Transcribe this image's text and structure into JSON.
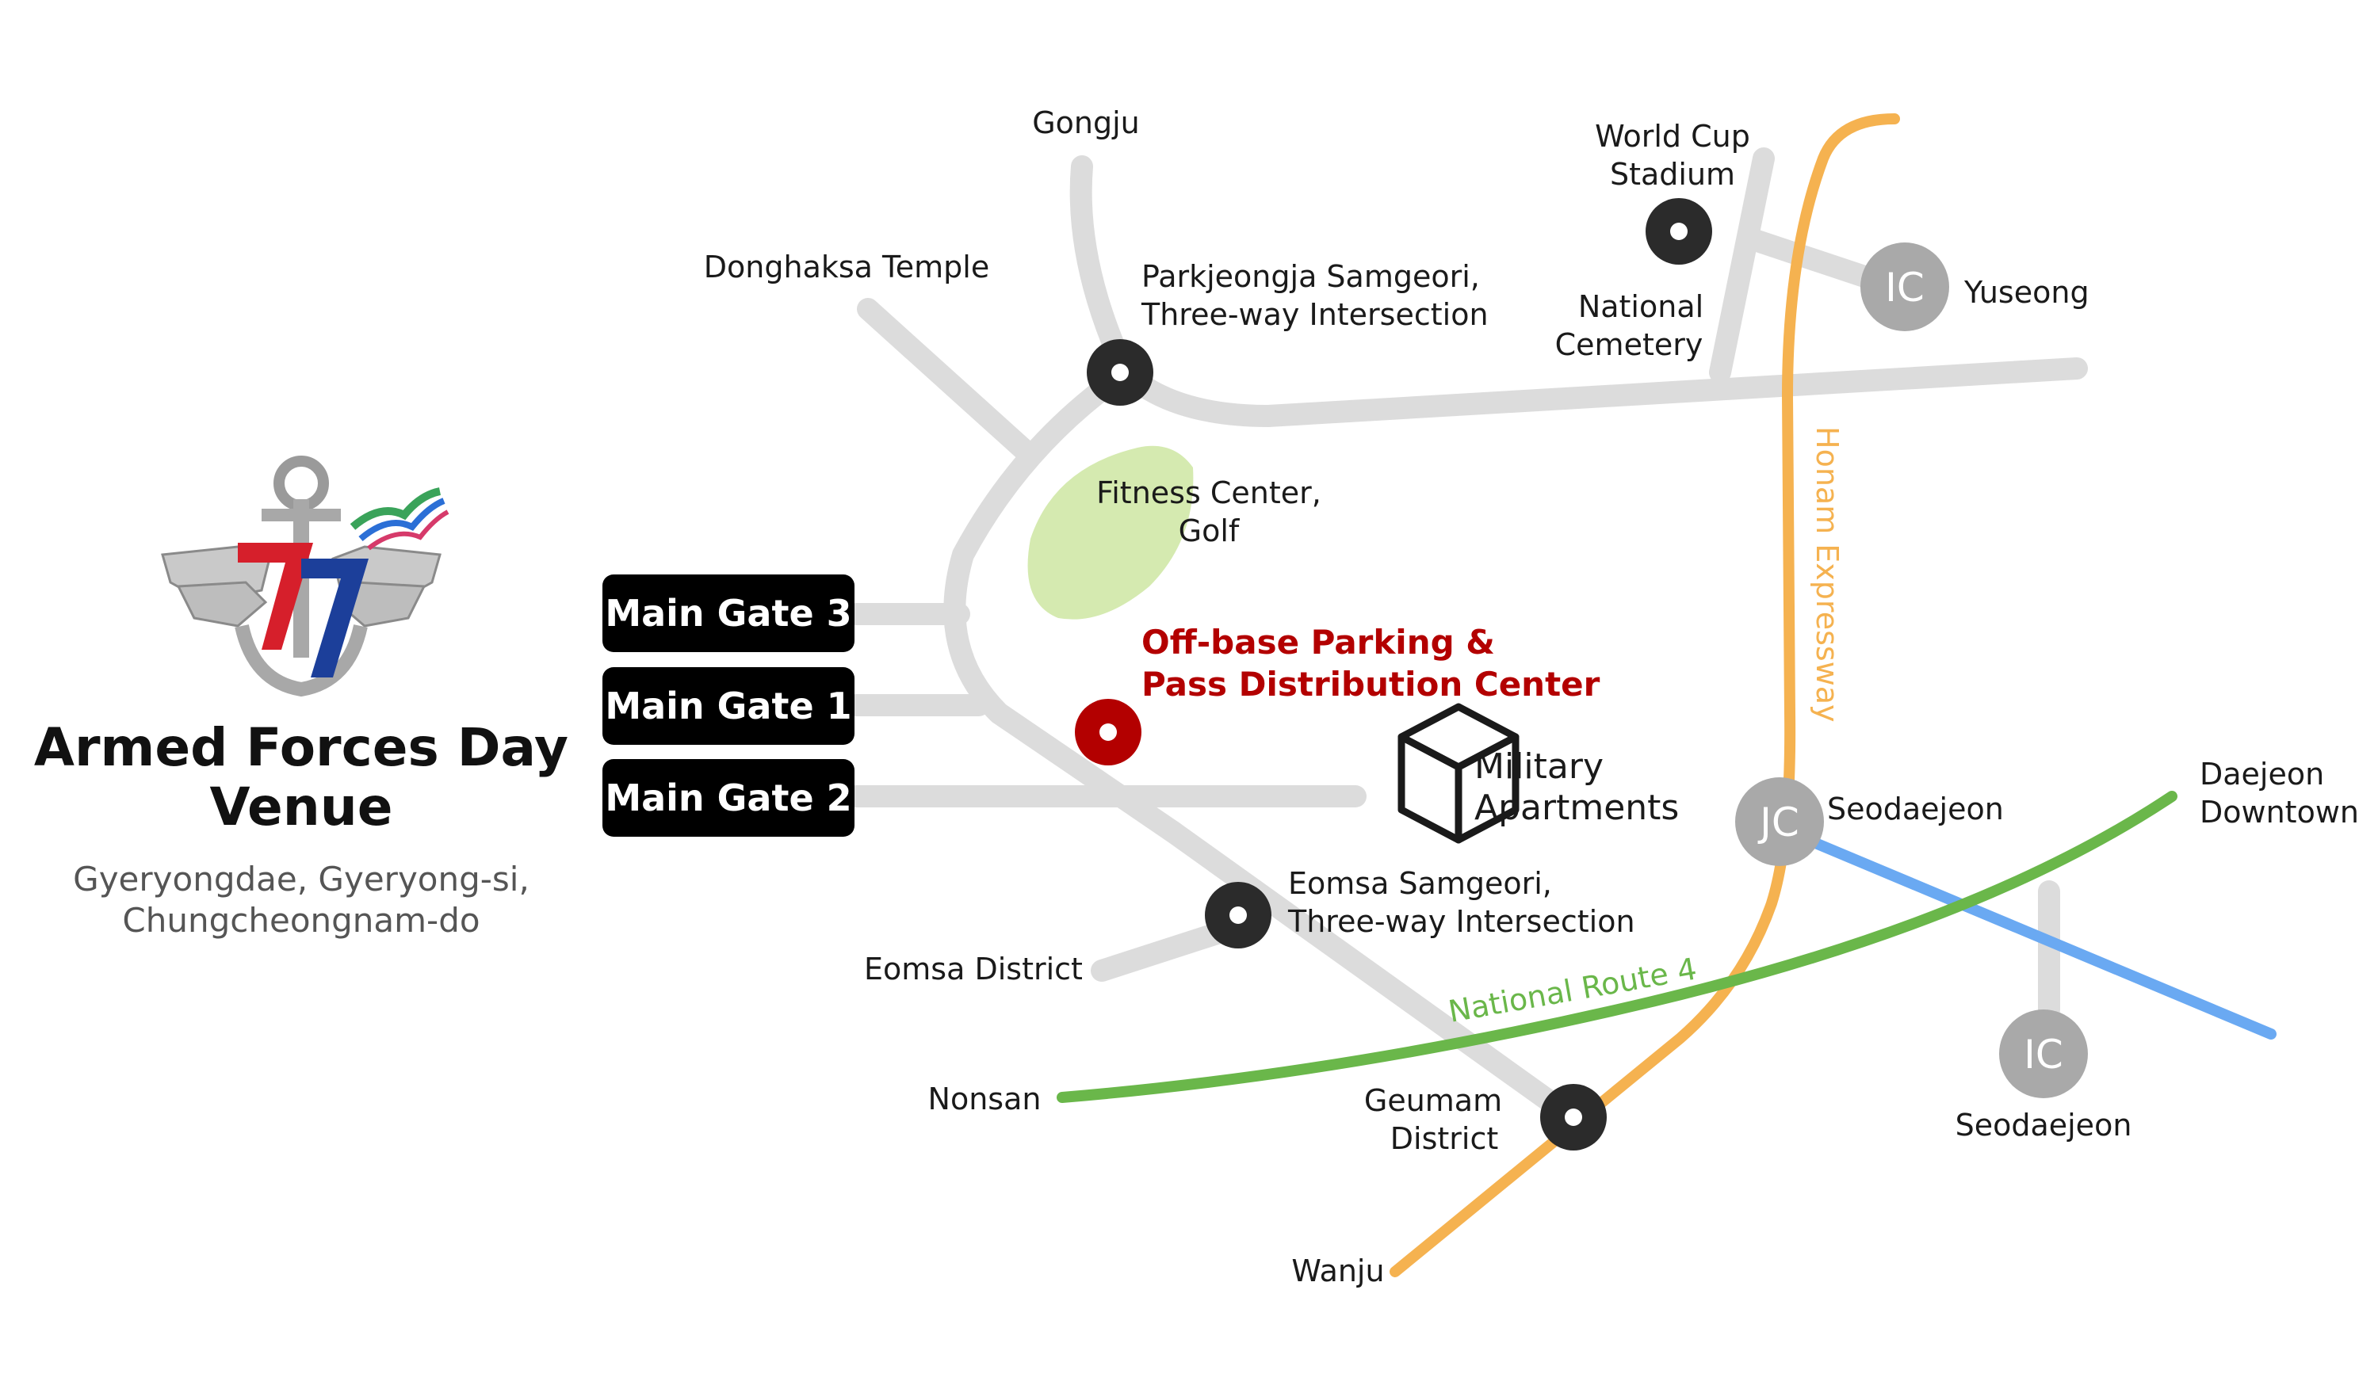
{
  "venue": {
    "title_line1": "Armed Forces Day",
    "title_line2": "Venue",
    "subtitle_line1": "Gyeryongdae, Gyeryong-si,",
    "subtitle_line2": "Chungcheongnam-do",
    "emblem_icon": "armed-forces-77-emblem"
  },
  "gates": [
    {
      "label": "Main Gate 3"
    },
    {
      "label": "Main Gate 1"
    },
    {
      "label": "Main Gate 2"
    }
  ],
  "places": {
    "gongju": "Gongju",
    "donghaksa": "Donghaksa Temple",
    "parkjeongja_1": "Parkjeongja Samgeori,",
    "parkjeongja_2": "Three-way Intersection",
    "world_cup_1": "World Cup",
    "world_cup_2": "Stadium",
    "national_cemetery_1": "National",
    "national_cemetery_2": "Cemetery",
    "yuseong": "Yuseong",
    "fitness_1": "Fitness Center,",
    "fitness_2": "Golf",
    "parking_1": "Off-base Parking &",
    "parking_2": "Pass Distribution Center",
    "apartments_1": "Military",
    "apartments_2": "Apartments",
    "seodaejeon_jc": "Seodaejeon",
    "daejeon_1": "Daejeon",
    "daejeon_2": "Downtown",
    "eomsa_1": "Eomsa Samgeori,",
    "eomsa_2": "Three-way Intersection",
    "eomsa_district": "Eomsa District",
    "nonsan": "Nonsan",
    "geumam_1": "Geumam",
    "geumam_2": "District",
    "seodaejeon_ic": "Seodaejeon",
    "wanju": "Wanju"
  },
  "roads": {
    "honam_expressway": "Honam Expressway",
    "national_route_4": "National Route 4"
  },
  "badges": {
    "ic": "IC",
    "jc": "JC"
  },
  "colors": {
    "road_gray": "#dcdcdc",
    "expressway_orange": "#f5b250",
    "route_green": "#6ab74a",
    "road_blue": "#6aa9f2",
    "park_green": "#d5eab0",
    "parking_red": "#b30000",
    "node_dark": "#2b2b2b",
    "badge_gray": "#a9a9a9",
    "gate_black": "#000000"
  }
}
